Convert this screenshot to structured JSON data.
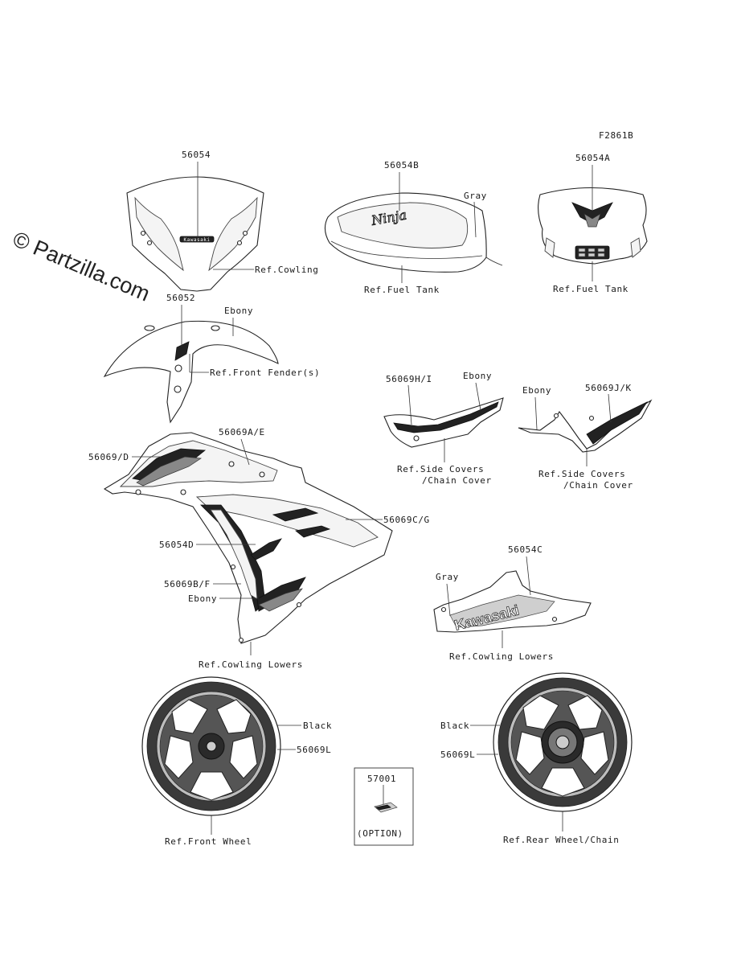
{
  "figure_code": "F2861B",
  "watermark": "© Partzilla.com",
  "labels": {
    "p56054": "56054",
    "ref_cowling": "Ref.Cowling",
    "p56054B": "56054B",
    "gray_tank": "Gray",
    "ref_fuel_tank_1": "Ref.Fuel Tank",
    "p56054A": "56054A",
    "ref_fuel_tank_2": "Ref.Fuel Tank",
    "p56052": "56052",
    "ebony_fender": "Ebony",
    "ref_front_fender": "Ref.Front Fender(s)",
    "p56069HI": "56069H/I",
    "ebony_side1": "Ebony",
    "ref_side_covers_1a": "Ref.Side Covers",
    "ref_side_covers_1b": "/Chain Cover",
    "ebony_side2": "Ebony",
    "p56069JK": "56069J/K",
    "ref_side_covers_2a": "Ref.Side Covers",
    "ref_side_covers_2b": "/Chain Cover",
    "p56069AE": "56069A/E",
    "p56069D": "56069/D",
    "p56069CG": "56069C/G",
    "p56054D": "56054D",
    "p56069BF": "56069B/F",
    "ebony_lower": "Ebony",
    "ref_cowling_lowers_1": "Ref.Cowling Lowers",
    "p56054C": "56054C",
    "gray_lower": "Gray",
    "ref_cowling_lowers_2": "Ref.Cowling Lowers",
    "black_front": "Black",
    "p56069L_front": "56069L",
    "ref_front_wheel": "Ref.Front Wheel",
    "p57001": "57001",
    "option": "(OPTION)",
    "black_rear": "Black",
    "p56069L_rear": "56069L",
    "ref_rear_wheel": "Ref.Rear Wheel/Chain"
  },
  "decals": {
    "ninja_text": "Ninja",
    "kawasaki_windshield": "Kawasaki",
    "kawasaki_lower": "Kawasaki"
  }
}
